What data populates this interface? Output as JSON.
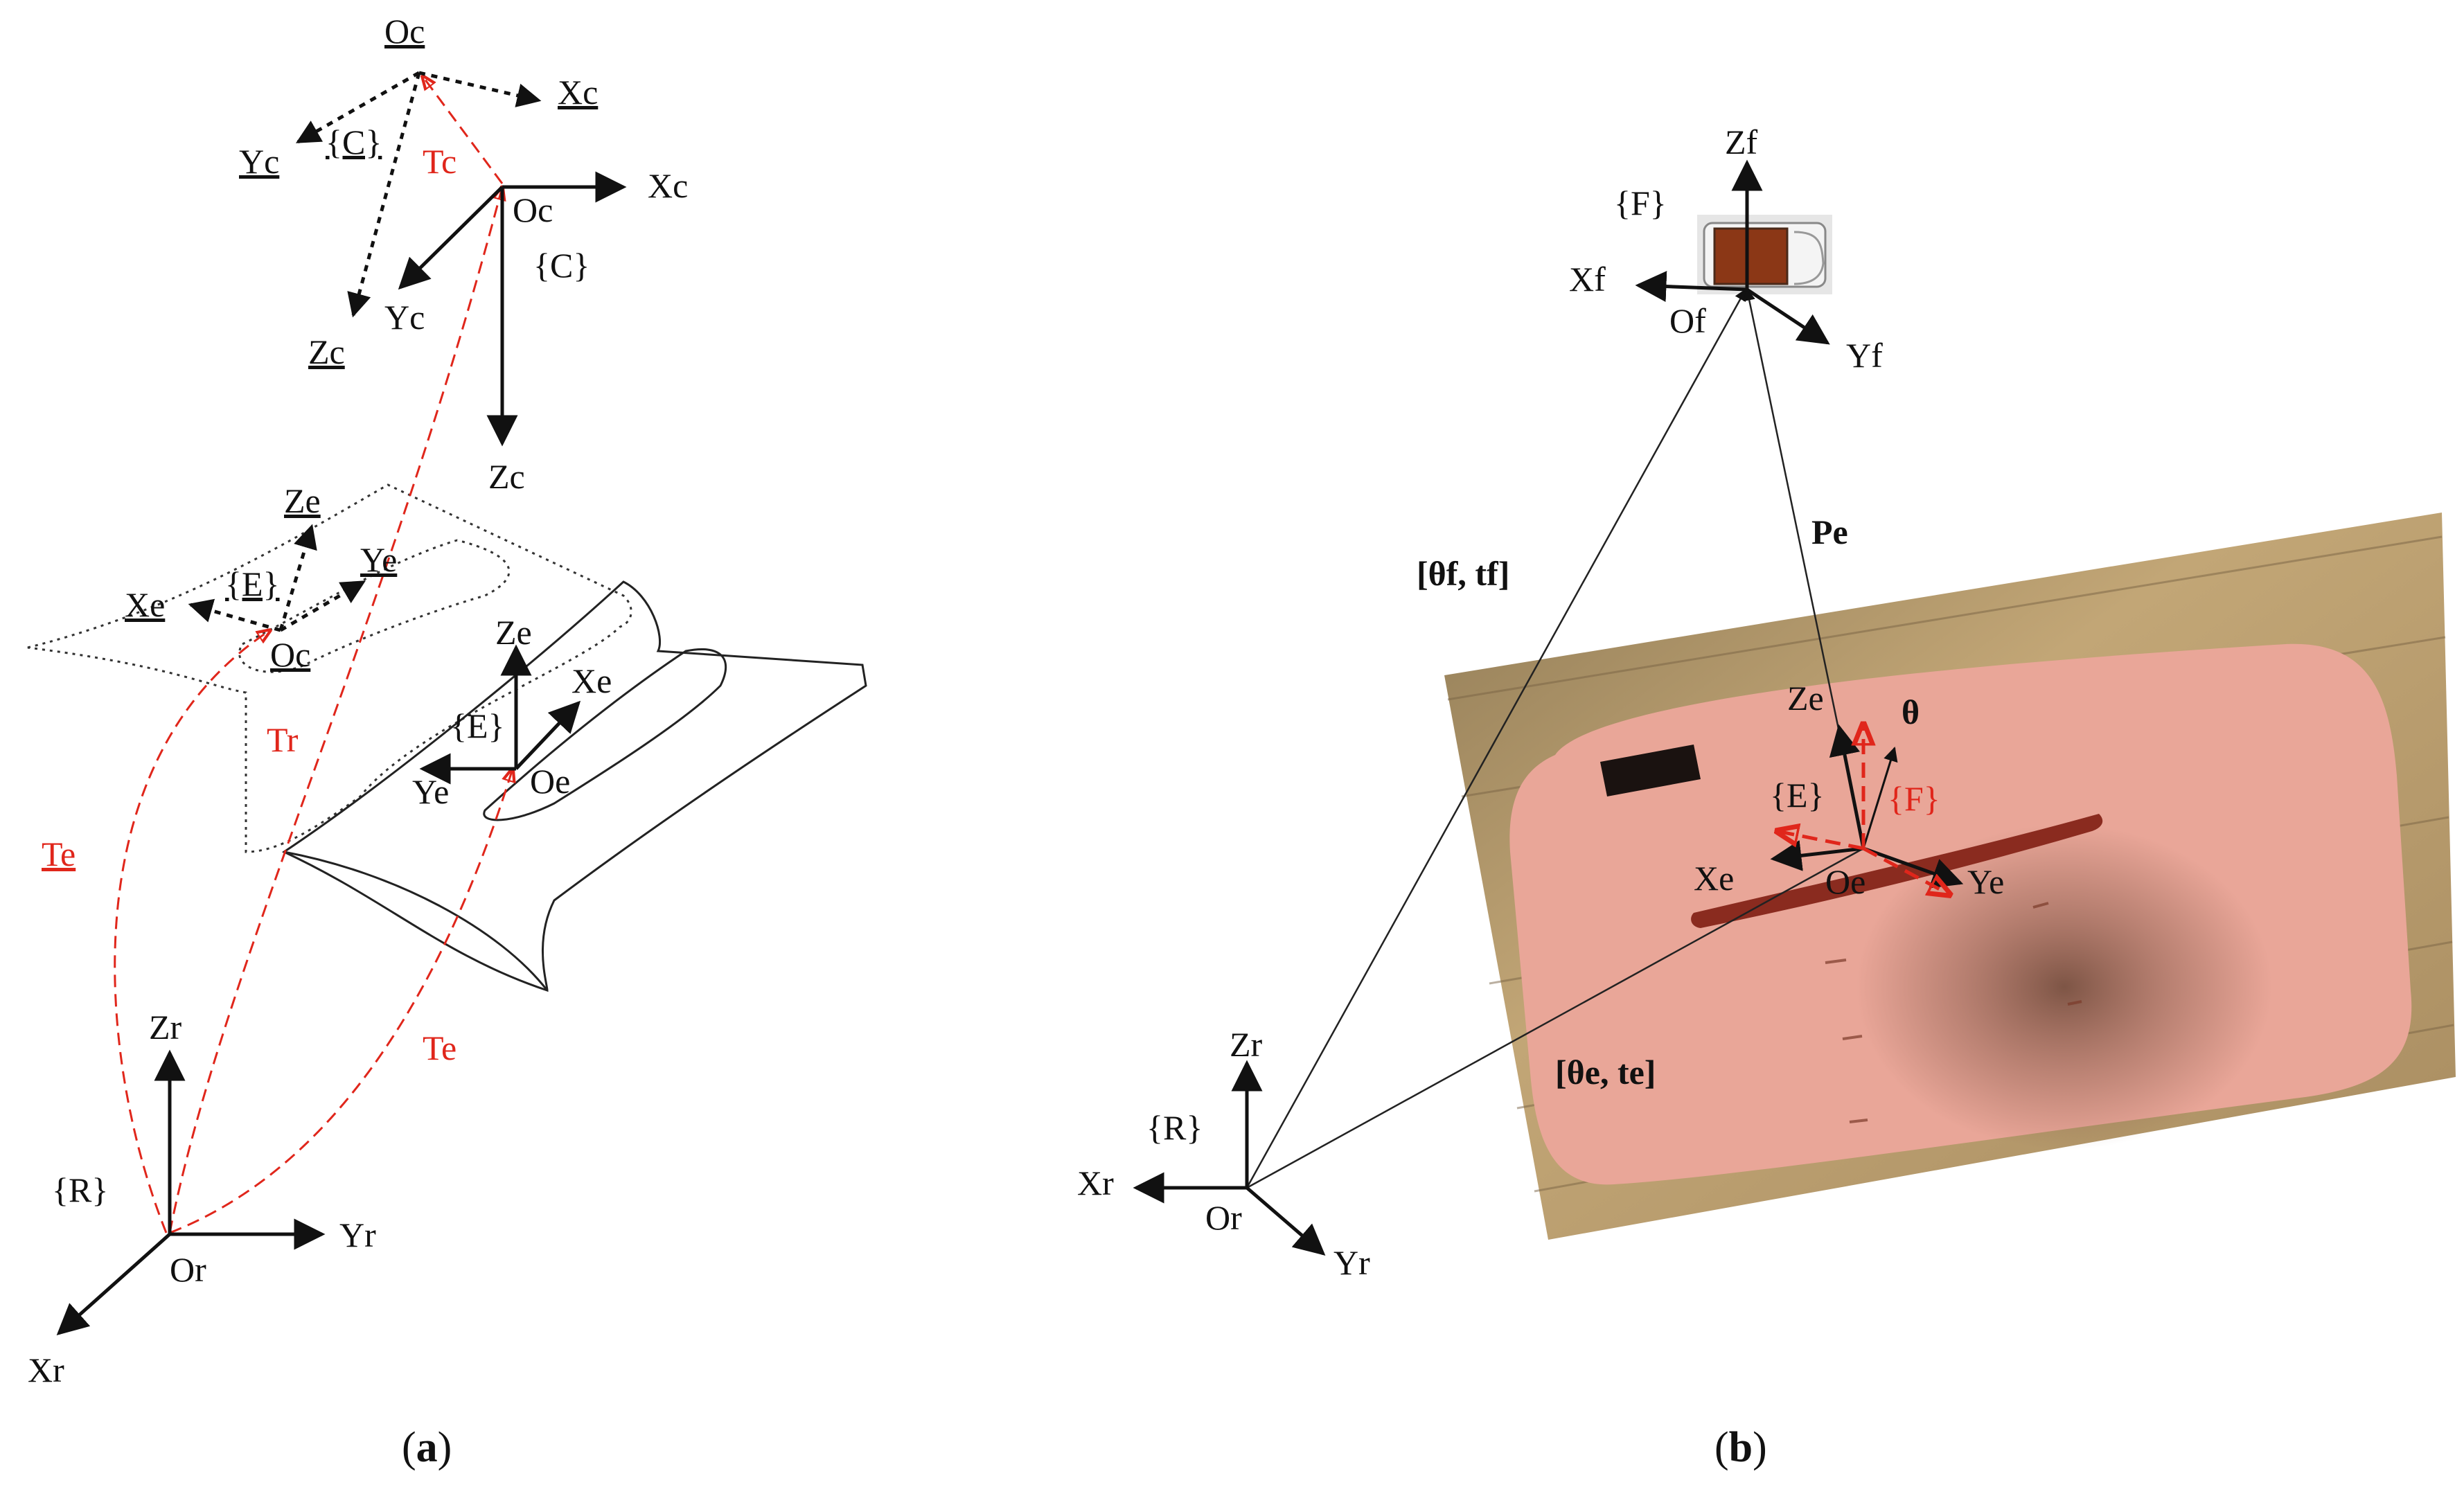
{
  "panel_a": {
    "caption_open": "(",
    "caption_letter": "a",
    "caption_close": ")",
    "labels": {
      "oc_dotted": "Oc",
      "xc_dotted": "Xc",
      "yc_dotted": "Yc",
      "c_frame_dotted": "{C}",
      "zc_dotted": "Zc",
      "tc": "Tc",
      "oc": "Oc",
      "xc": "Xc",
      "c_frame": "{C}",
      "yc": "Yc",
      "zc": "Zc",
      "ze_dotted": "Ze",
      "e_frame_dotted": "{E}",
      "ye_dotted": "Ye",
      "xe_dotted": "Xe",
      "oc_surface": "Oc",
      "ze": "Ze",
      "xe": "Xe",
      "e_frame": "{E}",
      "tr": "Tr",
      "ye": "Ye",
      "oe": "Oe",
      "te_left": "Te",
      "te_right": "Te",
      "zr": "Zr",
      "r_frame": "{R}",
      "yr": "Yr",
      "or": "Or",
      "xr": "Xr"
    }
  },
  "panel_b": {
    "caption_open": "(",
    "caption_letter": "b",
    "caption_close": ")",
    "labels": {
      "zf": "Zf",
      "f_frame": "{F}",
      "xf": "Xf",
      "of": "Of",
      "yf": "Yf",
      "pe": "Pe",
      "theta_f_tf": "[θf, tf]",
      "ze": "Ze",
      "theta": "θ",
      "e_frame": "{E}",
      "f_frame_red": "{F}",
      "xe": "Xe",
      "oe": "Oe",
      "ye": "Ye",
      "theta_e_te": "[θe, te]",
      "zr": "Zr",
      "r_frame": "{R}",
      "xr": "Xr",
      "or": "Or",
      "yr": "Yr"
    }
  },
  "colors": {
    "ink": "#111111",
    "transform_red": "#e0261b",
    "tissue_pink": "#e9a698",
    "wood": "#b79a6c",
    "incision": "#8a2b1f"
  }
}
